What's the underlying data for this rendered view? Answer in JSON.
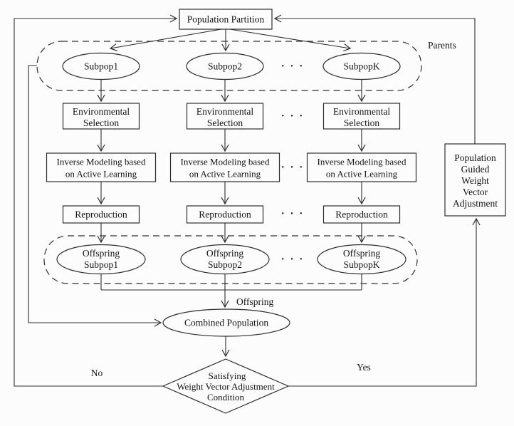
{
  "nodes": {
    "population_partition": "Population Partition",
    "subpop1": "Subpop1",
    "subpop2": "Subpop2",
    "subpopK": "SubpopK",
    "env_line1": "Environmental",
    "env_line2": "Selection",
    "inv_line1": "Inverse Modeling based",
    "inv_line2": "on Active Learning",
    "reproduction": "Reproduction",
    "off_line1": "Offspring",
    "off1_line2": "Subpop1",
    "off2_line2": "Subpop2",
    "offK_line2": "SubpopK",
    "combined_population": "Combined Population",
    "decision_line1": "Satisfying",
    "decision_line2": "Weight Vector Adjustment",
    "decision_line3": "Condition",
    "adjust_line1": "Population",
    "adjust_line2": "Guided",
    "adjust_line3": "Weight",
    "adjust_line4": "Vector",
    "adjust_line5": "Adjustment"
  },
  "labels": {
    "parents": "Parents",
    "offspring": "Offspring",
    "yes": "Yes",
    "no": "No",
    "ellipsis": "· · ·"
  },
  "colors": {
    "line": "#2e2e2e",
    "text": "#141414",
    "background": "#fcfcfc"
  }
}
